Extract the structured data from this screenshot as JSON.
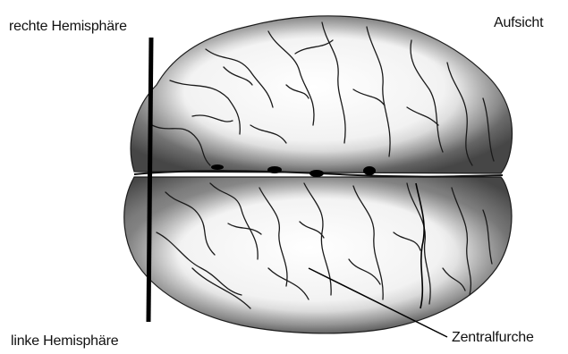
{
  "labels": {
    "right_hemisphere": "rechte Hemisphäre",
    "view": "Aufsicht",
    "left_hemisphere": "linke Hemisphäre",
    "central_sulcus": "Zentralfurche"
  },
  "colors": {
    "text": "#111111",
    "line": "#000000",
    "stipple": "#1a1a1a",
    "background": "#ffffff"
  }
}
